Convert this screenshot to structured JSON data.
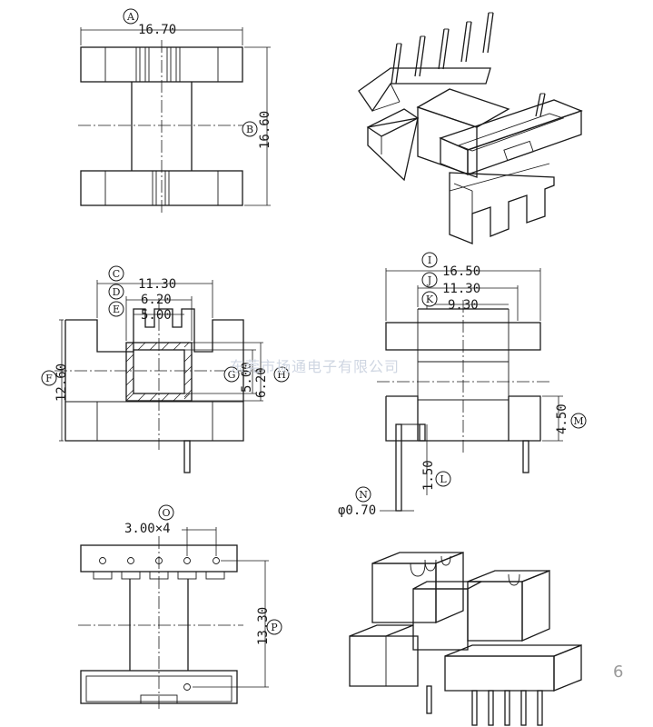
{
  "dimensions": {
    "A": "16.70",
    "B": "16.60",
    "C": "11.30",
    "D": "6.20",
    "E": "5.00",
    "F": "12.60",
    "G": "5.00",
    "H": "6.20",
    "I": "16.50",
    "J": "11.30",
    "K": "9.30",
    "L": "1.50",
    "M": "4.50",
    "N": "φ0.70",
    "O": "3.00×4",
    "P": "13.30"
  },
  "callouts": {
    "A": "A",
    "B": "B",
    "C": "C",
    "D": "D",
    "E": "E",
    "F": "F",
    "G": "G",
    "H": "H",
    "I": "I",
    "J": "J",
    "K": "K",
    "L": "L",
    "M": "M",
    "N": "N",
    "O": "O",
    "P": "P"
  },
  "watermark": "东莞市扬通电子有限公司",
  "page_number": "6"
}
